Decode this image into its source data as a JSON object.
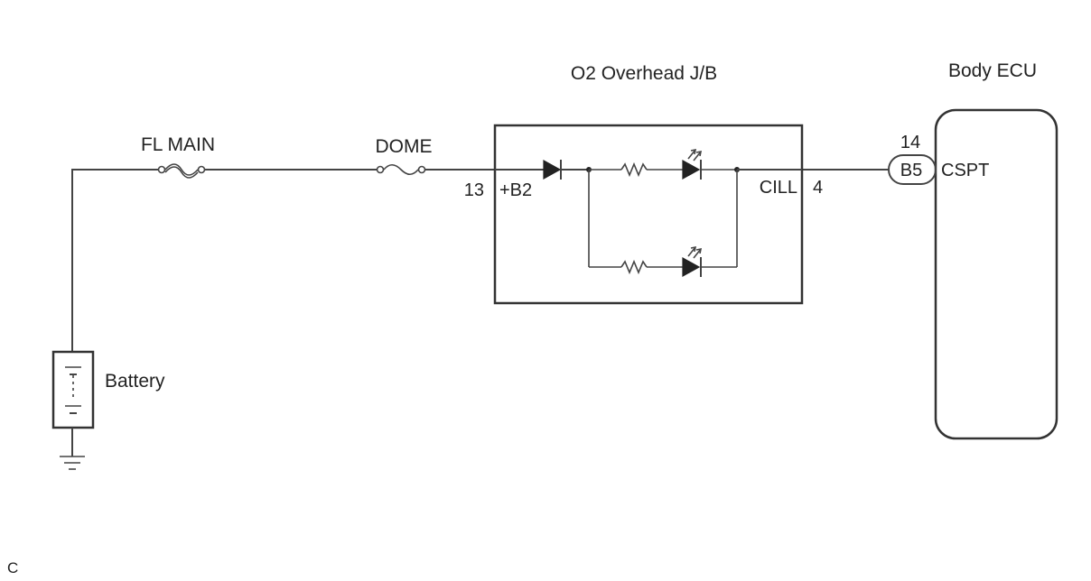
{
  "diagram": {
    "components": {
      "junction_block": "O2 Overhead J/B",
      "ecu": "Body ECU",
      "battery": "Battery",
      "fuse_main": "FL MAIN",
      "fuse_dome": "DOME"
    },
    "pins": {
      "jb_input_number": "13",
      "jb_input_name": "+B2",
      "jb_output_name": "CILL",
      "jb_output_number": "4",
      "ecu_pin_number": "14",
      "ecu_connector": "B5",
      "ecu_pin_name": "CSPT"
    },
    "footer_code": "C"
  }
}
